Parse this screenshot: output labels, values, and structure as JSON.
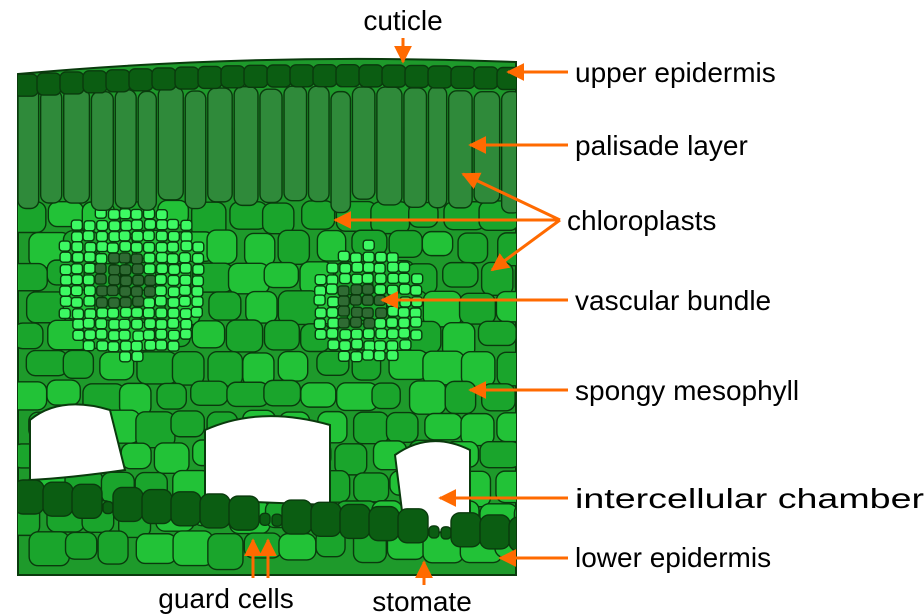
{
  "labels": {
    "cuticle": "cuticle",
    "upper_epidermis": "upper epidermis",
    "palisade_layer": "palisade layer",
    "chloroplasts": "chloroplasts",
    "vascular_bundle": "vascular bundle",
    "spongy_mesophyll": "spongy mesophyll",
    "intercellular_chamber": "intercellular chamber",
    "lower_epidermis": "lower epidermis",
    "guard_cells": "guard cells",
    "stomate": "stomate"
  },
  "colors": {
    "arrow": "#ff6a00",
    "epidermis": "#0b5d12",
    "palisade": "#2f8a3a",
    "spongy": "#22c237",
    "spongy_dark": "#1aa52c",
    "vascular_light": "#3dfa63",
    "vascular_core": "#2f6b33",
    "cell_outline": "#0a3a0d",
    "background_tissue": "#1e9a2b",
    "label_text": "#000000"
  }
}
